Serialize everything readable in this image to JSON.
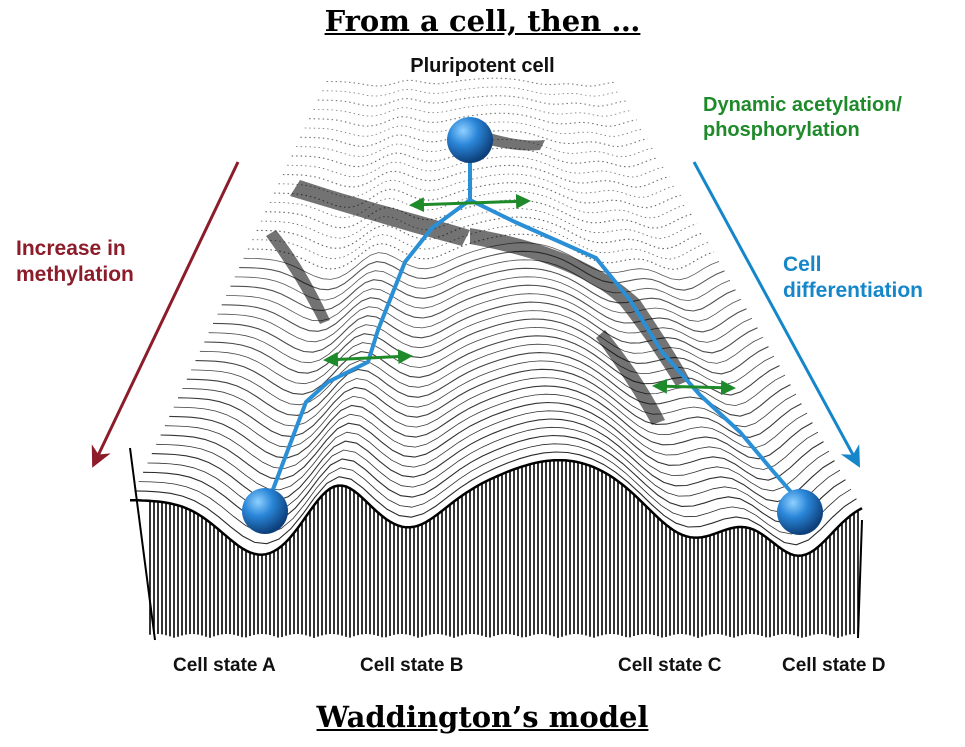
{
  "title": "From a cell, then …",
  "caption": "Waddington’s model",
  "labels": {
    "top": "Pluripotent cell",
    "left_line1": "Increase in",
    "left_line2": "methylation",
    "green_line1": "Dynamic acetylation/",
    "green_line2": "phosphorylation",
    "blue_line1": "Cell",
    "blue_line2": "differentiation"
  },
  "states": {
    "a": "Cell state A",
    "b": "Cell state B",
    "c": "Cell state C",
    "d": "Cell state D"
  },
  "colors": {
    "methylation_arrow": "#8c1c2a",
    "differentiation_arrow": "#1586c9",
    "acetylation_arrow": "#1e8a2a",
    "path": "#2b8fd6",
    "ball": "#1f6fb8"
  }
}
